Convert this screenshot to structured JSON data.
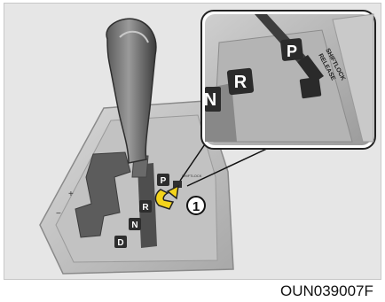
{
  "illustration": {
    "gate_labels": [
      "P",
      "R",
      "N",
      "D"
    ],
    "plus_sign": "+",
    "minus_sign": "−",
    "callout_number": "1",
    "inset": {
      "labels": [
        "P",
        "R",
        "N"
      ],
      "release_text_line1": "SHIFTLOCK",
      "release_text_line2": "RELEASE"
    }
  },
  "figure_code": "OUN039007F"
}
